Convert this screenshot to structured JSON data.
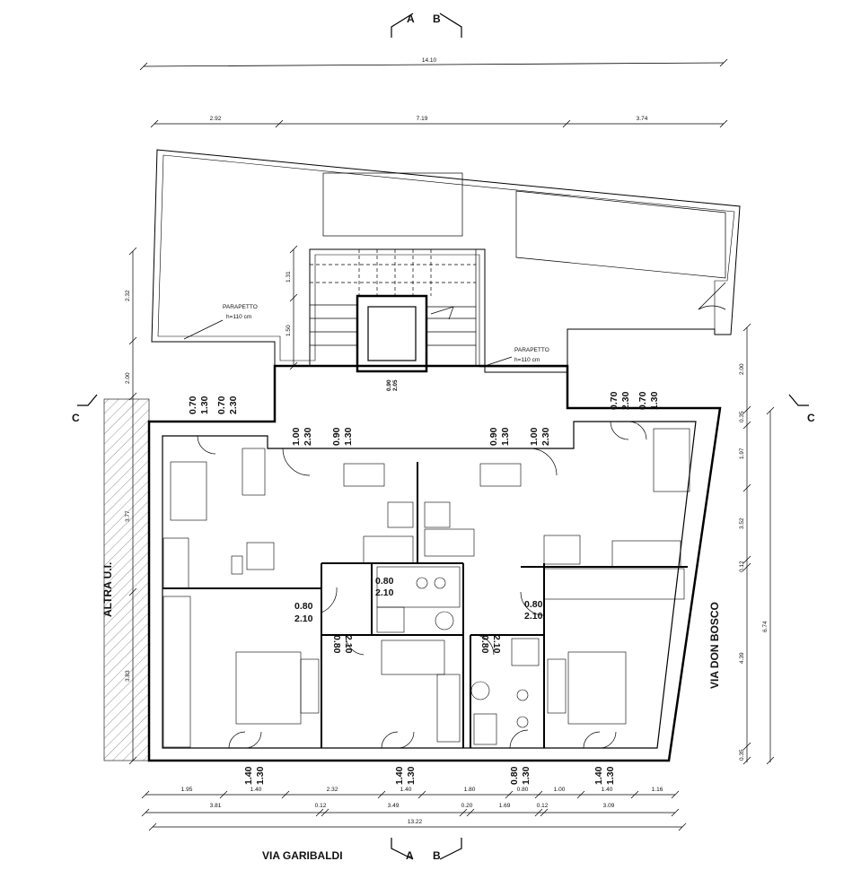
{
  "sections": {
    "a": "A",
    "b": "B",
    "c": "C"
  },
  "streets": {
    "bottom": "VIA GARIBALDI",
    "right": "VIA DON BOSCO"
  },
  "neighbor_label": "ALTRA U.I.",
  "notes": {
    "parapet_left": [
      "PARAPETTO",
      "h=110 cm"
    ],
    "parapet_right": [
      "PARAPETTO",
      "h=110 cm"
    ]
  },
  "dims": {
    "top_total": "14.10",
    "top_parts": [
      "2.92",
      "7.19",
      "3.74"
    ],
    "left_vertical": [
      "2.32",
      "2.00",
      "3.77",
      "3.83"
    ],
    "stair_vertical": [
      "1.31",
      "1.50"
    ],
    "right_vertical_inner": [
      "2.00",
      "0.35",
      "1.97",
      "3.52",
      "0.12",
      "4.39",
      "0.35"
    ],
    "right_vertical_outer": "6.74",
    "bottom_row1": [
      "1.95",
      "2.32",
      "1.80",
      "1.00",
      "1.16"
    ],
    "bottom_row2": [
      "3.81",
      "0.12",
      "3.49",
      "0.20",
      "1.69",
      "0.12",
      "3.09"
    ],
    "bottom_total": "13.22"
  },
  "openings": {
    "elevator": [
      "0.90",
      "2.05"
    ],
    "upper_left": [
      [
        "0.70",
        "1.30"
      ],
      [
        "0.70",
        "2.30"
      ],
      [
        "1.00",
        "2.30"
      ],
      [
        "0.90",
        "1.30"
      ]
    ],
    "upper_right": [
      [
        "0.90",
        "1.30"
      ],
      [
        "1.00",
        "2.30"
      ],
      [
        "0.70",
        "2.30"
      ],
      [
        "0.70",
        "1.30"
      ]
    ],
    "doors": [
      [
        "0.80",
        "2.10"
      ],
      [
        "0.80",
        "2.10"
      ],
      [
        "0.80",
        "2.10"
      ]
    ],
    "doors_vertical": [
      [
        "0.80",
        "2.10"
      ],
      [
        "0.80",
        "2.10"
      ]
    ],
    "bottom_windows": [
      [
        "1.40",
        "1.30"
      ],
      [
        "1.40",
        "1.30"
      ],
      [
        "0.80",
        "1.30"
      ],
      [
        "1.40",
        "1.30"
      ]
    ],
    "bottom_window_sub": [
      "1.40",
      "1.40",
      "0.80",
      "1.40"
    ]
  }
}
